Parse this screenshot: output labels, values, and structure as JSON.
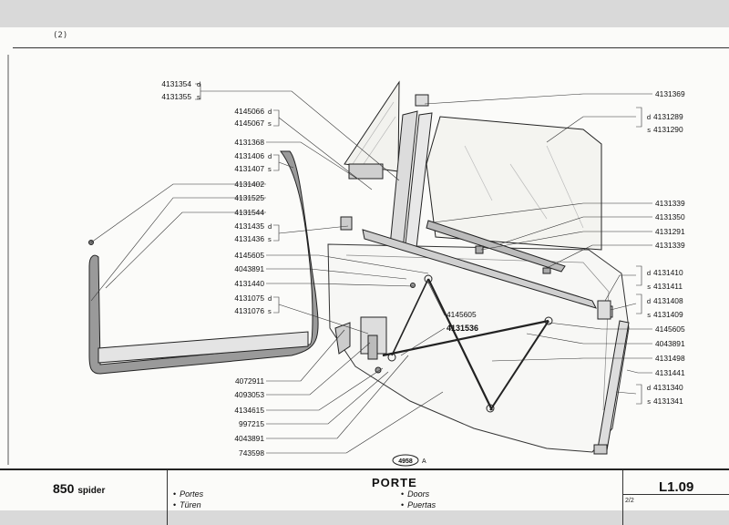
{
  "header": {
    "page_number": "(2)"
  },
  "callouts_left": [
    {
      "code": "4131354",
      "suffix": "d"
    },
    {
      "code": "4131355",
      "suffix": "s"
    },
    {
      "code": "4145066",
      "suffix": "d"
    },
    {
      "code": "4145067",
      "suffix": "s"
    },
    {
      "code": "4131368",
      "suffix": ""
    },
    {
      "code": "4131406",
      "suffix": "d"
    },
    {
      "code": "4131407",
      "suffix": "s"
    },
    {
      "code": "4131402",
      "suffix": ""
    },
    {
      "code": "4131525",
      "suffix": ""
    },
    {
      "code": "4131544",
      "suffix": ""
    },
    {
      "code": "4131435",
      "suffix": "d"
    },
    {
      "code": "4131436",
      "suffix": "s"
    },
    {
      "code": "4145605",
      "suffix": ""
    },
    {
      "code": "4043891",
      "suffix": ""
    },
    {
      "code": "4131440",
      "suffix": ""
    },
    {
      "code": "4131075",
      "suffix": "d"
    },
    {
      "code": "4131076",
      "suffix": "s"
    },
    {
      "code": "4072911",
      "suffix": ""
    },
    {
      "code": "4093053",
      "suffix": ""
    },
    {
      "code": "4134615",
      "suffix": ""
    },
    {
      "code": "997215",
      "suffix": ""
    },
    {
      "code": "4043891",
      "suffix": ""
    },
    {
      "code": "743598",
      "suffix": ""
    }
  ],
  "callouts_center": [
    {
      "code": "4145605"
    },
    {
      "code": "4131536"
    }
  ],
  "callouts_right": [
    {
      "code": "4131369",
      "suffix": ""
    },
    {
      "code": "4131289",
      "suffix": "d"
    },
    {
      "code": "4131290",
      "suffix": "s"
    },
    {
      "code": "4131339",
      "suffix": ""
    },
    {
      "code": "4131350",
      "suffix": ""
    },
    {
      "code": "4131291",
      "suffix": ""
    },
    {
      "code": "4131339",
      "suffix": ""
    },
    {
      "code": "4131410",
      "suffix": "d"
    },
    {
      "code": "4131411",
      "suffix": "s"
    },
    {
      "code": "4131408",
      "suffix": "d"
    },
    {
      "code": "4131409",
      "suffix": "s"
    },
    {
      "code": "4145605",
      "suffix": ""
    },
    {
      "code": "4043891",
      "suffix": ""
    },
    {
      "code": "4131498",
      "suffix": ""
    },
    {
      "code": "4131441",
      "suffix": ""
    },
    {
      "code": "4131340",
      "suffix": "d"
    },
    {
      "code": "4131341",
      "suffix": "s"
    }
  ],
  "drawing_ref": {
    "number": "4958",
    "letter": "A"
  },
  "footer": {
    "model": "850",
    "model_sub": "spider",
    "title": "PORTE",
    "translations_left": [
      "Portes",
      "Türen"
    ],
    "translations_right": [
      "Doors",
      "Puertas"
    ],
    "section_code": "L1.09",
    "sheet": "2/2"
  }
}
